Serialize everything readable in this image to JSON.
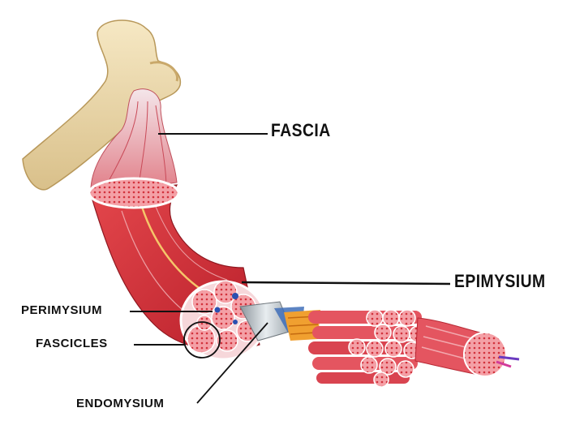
{
  "labels": {
    "fascia": "FASCIA",
    "epimysium": "EPIMYSIUM",
    "perimysium": "PERIMYSIUM",
    "fascicles": "FASCICLES",
    "endomysium": "ENDOMYSIUM"
  },
  "colors": {
    "bone": "#efdcb0",
    "muscle": "#d9323a",
    "muscle_light": "#f0a0a2",
    "line": "#111111"
  }
}
